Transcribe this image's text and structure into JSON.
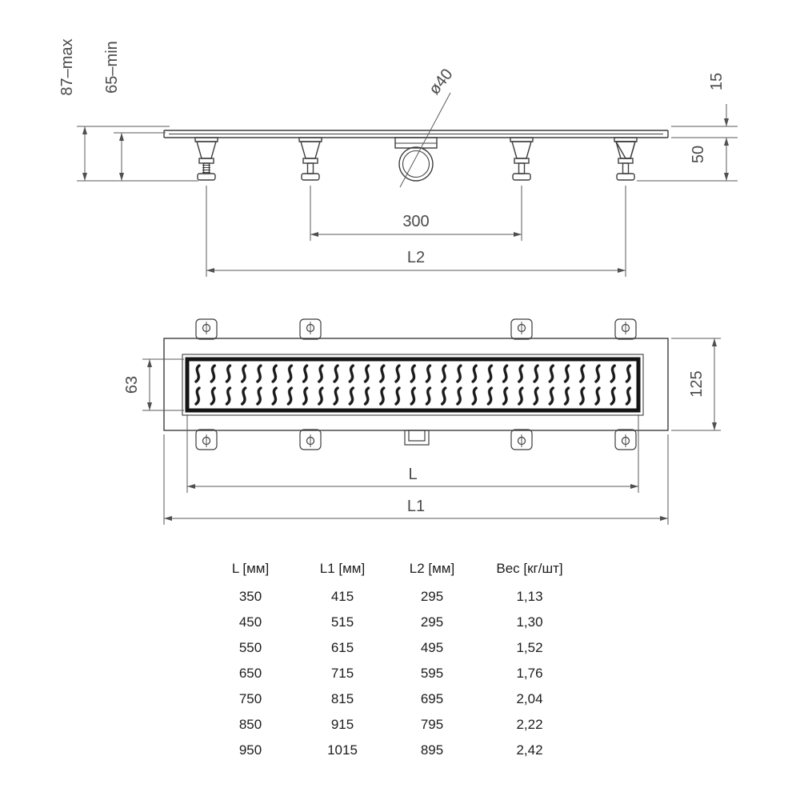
{
  "side_view": {
    "dim_height_max": "87–max",
    "dim_height_min": "65–min",
    "dim_outlet_diameter": "ø40",
    "dim_flange_height": "15",
    "dim_body_depth": "50",
    "dim_bracket_spacing": "300",
    "dim_length_l2": "L2"
  },
  "top_view": {
    "dim_grate_width": "63",
    "dim_body_width": "125",
    "dim_length_l": "L",
    "dim_length_l1": "L1"
  },
  "table": {
    "headers": [
      "L [мм]",
      "L1 [мм]",
      "L2 [мм]",
      "Вес [кг/шт]"
    ],
    "rows": [
      [
        "350",
        "415",
        "295",
        "1,13"
      ],
      [
        "450",
        "515",
        "295",
        "1,30"
      ],
      [
        "550",
        "615",
        "495",
        "1,52"
      ],
      [
        "650",
        "715",
        "595",
        "1,76"
      ],
      [
        "750",
        "815",
        "695",
        "2,04"
      ],
      [
        "850",
        "915",
        "795",
        "2,22"
      ],
      [
        "950",
        "1015",
        "895",
        "2,42"
      ]
    ]
  }
}
